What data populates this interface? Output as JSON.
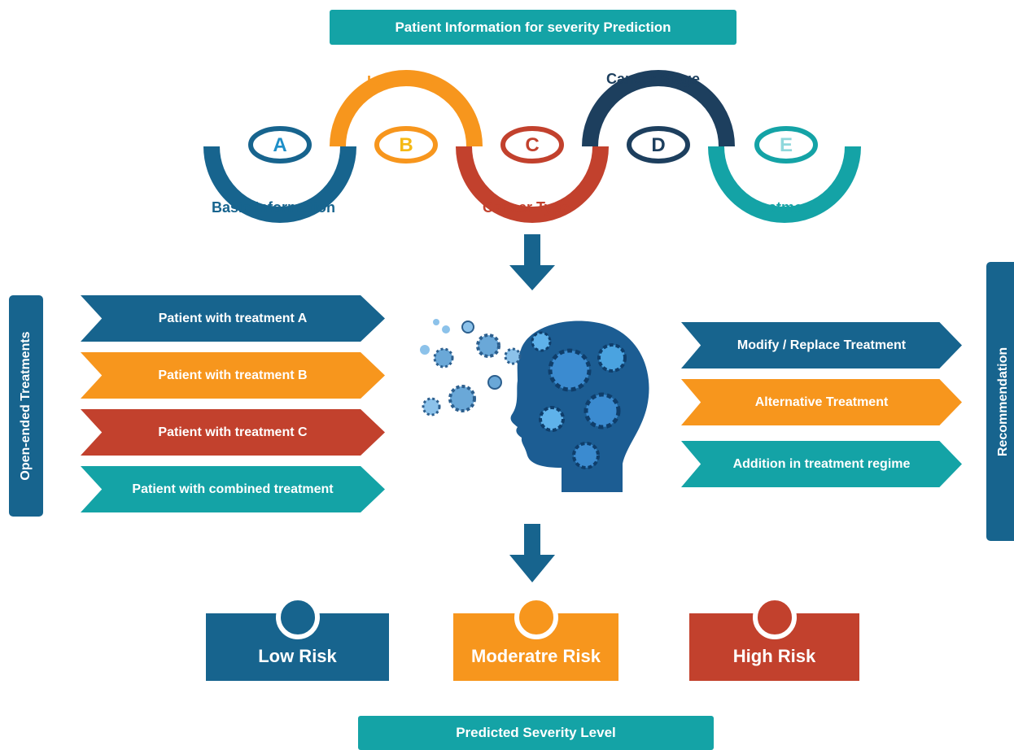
{
  "top_banner": "Patient Information for severity Prediction",
  "steps": [
    {
      "letter": "A",
      "label": "Basic Information",
      "color": "#17648e"
    },
    {
      "letter": "B",
      "label": "Lab Tests",
      "color": "#f7961d"
    },
    {
      "letter": "C",
      "label": "Cancer Type",
      "color": "#c2412d"
    },
    {
      "letter": "D",
      "label": "Cancer Stage",
      "color": "#1d3f5e"
    },
    {
      "letter": "E",
      "label": "Treatment",
      "color": "#14a3a6"
    }
  ],
  "left_title": "Open-ended Treatments",
  "left_items": [
    {
      "label": "Patient with treatment A",
      "color": "#17648e"
    },
    {
      "label": "Patient with treatment B",
      "color": "#f7961d"
    },
    {
      "label": "Patient with treatment C",
      "color": "#c2412d"
    },
    {
      "label": "Patient with combined treatment",
      "color": "#14a3a6"
    }
  ],
  "right_title": "Recommendation",
  "right_items": [
    {
      "label": "Modify / Replace Treatment",
      "color": "#17648e"
    },
    {
      "label": "Alternative Treatment",
      "color": "#f7961d"
    },
    {
      "label": "Addition in treatment regime",
      "color": "#14a3a6"
    }
  ],
  "risks": [
    {
      "label": "Low Risk",
      "color": "#17648e"
    },
    {
      "label": "Moderatre Risk",
      "color": "#f7961d"
    },
    {
      "label": "High Risk",
      "color": "#c2412d"
    }
  ],
  "bottom_banner": "Predicted Severity Level",
  "icons": {
    "center": "gear-head-icon",
    "arrows": "arrow-down-icon"
  }
}
